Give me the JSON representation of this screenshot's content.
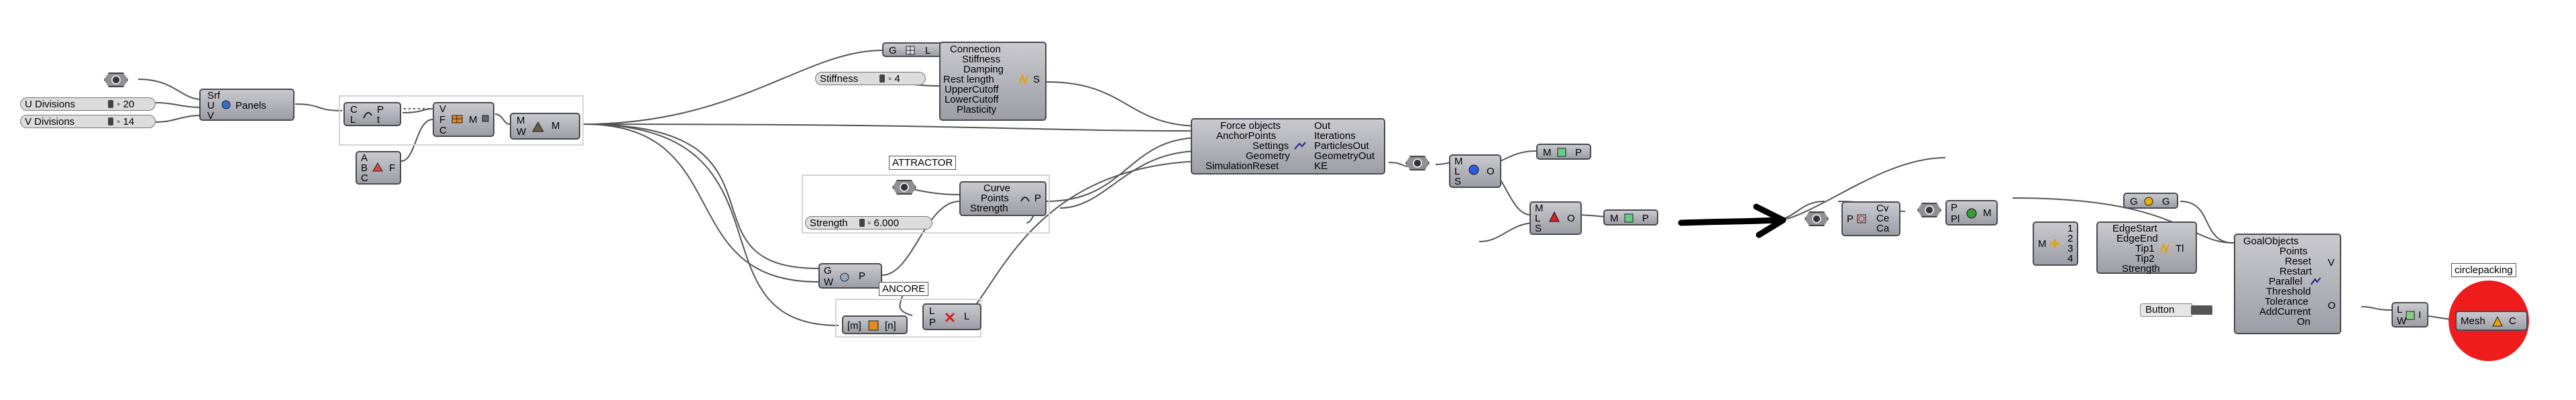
{
  "sliders": {
    "u_div": {
      "label": "U Divisions",
      "value": "20"
    },
    "v_div": {
      "label": "V Divisions",
      "value": "14"
    },
    "stiffness": {
      "label": "Stiffness",
      "value": "4"
    },
    "strength": {
      "label": "Strength",
      "value": "6.000"
    }
  },
  "panels_comp": {
    "in": [
      "Srf",
      "U",
      "V"
    ],
    "name": "Panels"
  },
  "deconstruct_comp": {
    "in": [
      "C",
      "L"
    ],
    "out": [
      "P",
      "t"
    ]
  },
  "weave_comp": {
    "in": [
      "V",
      "F",
      "C"
    ],
    "out": "M"
  },
  "abc_comp": {
    "in": [
      "A",
      "B",
      "C"
    ],
    "out": "F"
  },
  "mw_comp": {
    "in": [
      "M",
      "W"
    ],
    "out": "M"
  },
  "connection_comp": {
    "top": [
      "G",
      "L"
    ],
    "in": [
      "Connection",
      "Stiffness",
      "Damping",
      "Rest length",
      "UpperCutoff",
      "LowerCutoff",
      "Plasticity"
    ],
    "out": "S"
  },
  "attractor_group": {
    "title": "ATTRACTOR"
  },
  "attractor_comp": {
    "in": [
      "Curve",
      "Points",
      "Strength"
    ],
    "out": "P"
  },
  "gwp_comp": {
    "in": [
      "G",
      "W"
    ],
    "out": "P"
  },
  "ancore_group": {
    "title": "ANCORE"
  },
  "mn_comp": {
    "in": "[m]",
    "out": "[n]"
  },
  "lpl_comp": {
    "in": [
      "L",
      "P"
    ],
    "out": "L"
  },
  "kangaroo_comp": {
    "in": [
      "Force objects",
      "AnchorPoints",
      "Settings",
      "Geometry",
      "SimulationReset"
    ],
    "out": [
      "Out",
      "Iterations",
      "ParticlesOut",
      "GeometryOut",
      "KE"
    ]
  },
  "mls_comp_1": {
    "in": [
      "M",
      "L",
      "S"
    ],
    "out": "O"
  },
  "mls_comp_2": {
    "in": [
      "M",
      "L",
      "S"
    ],
    "out": "O"
  },
  "mp_comp_1": {
    "in": "M",
    "out": "P"
  },
  "mp_comp_2": {
    "in": "M",
    "out": "P"
  },
  "pcvce_comp": {
    "in": "P",
    "out": [
      "Cv",
      "Ce",
      "Ca"
    ]
  },
  "ppim_comp": {
    "in": [
      "P",
      "Pl"
    ],
    "out": "M"
  },
  "edge_comp": {
    "in_num": [
      "1",
      "2",
      "3",
      "4"
    ],
    "left": "M",
    "labels": [
      "EdgeStart",
      "EdgeEnd",
      "Tip1",
      "Tip2",
      "Strength"
    ],
    "out": "Tl"
  },
  "gg_comp": {
    "in": "G",
    "out": "G"
  },
  "goal_comp": {
    "in": [
      "GoalObjects",
      "Points",
      "Reset",
      "Restart",
      "Parallel",
      "Threshold",
      "Tolerance",
      "AddCurrent",
      "On"
    ],
    "out": [
      "V",
      "O"
    ]
  },
  "lwi_comp": {
    "in": [
      "L",
      "W"
    ],
    "out": "I"
  },
  "button": {
    "label": "Button"
  },
  "circlepacking": {
    "title": "circlepacking",
    "in": "Mesh",
    "out": "C",
    "color": "#ee1c1c"
  },
  "colors": {
    "wire": "#555555",
    "component": "#a3a3ab",
    "arrow": "#000000"
  }
}
